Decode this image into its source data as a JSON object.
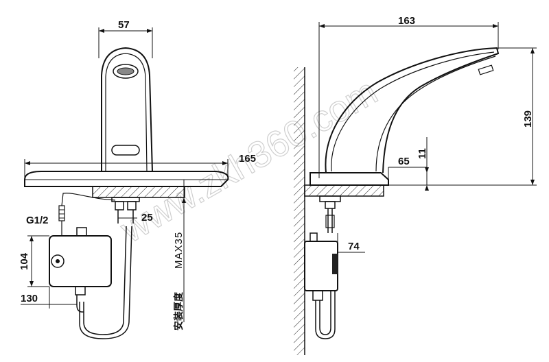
{
  "front_view": {
    "dim_width_top": "57",
    "dim_plate_width": "165",
    "dim_hole_spacing": "25",
    "label_thread": "G1/2",
    "dim_box_height": "104",
    "dim_box_width": "130",
    "label_install_thickness": "安装厚度",
    "label_max": "MAX35"
  },
  "side_view": {
    "dim_length": "163",
    "dim_height": "139",
    "dim_reach": "65",
    "dim_spout_gap": "11",
    "dim_box_depth": "74"
  },
  "watermark": "www.zkh360.com"
}
